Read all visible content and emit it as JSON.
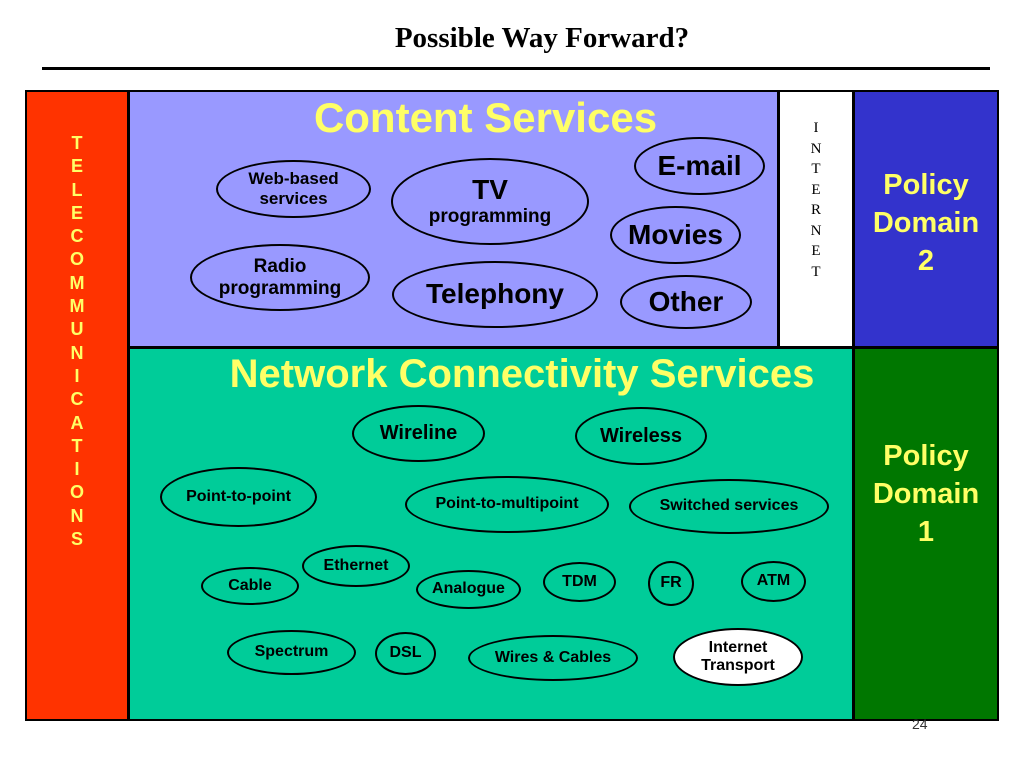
{
  "title": "Possible Way Forward?",
  "telecom": {
    "label": "T\nE\nL\nE\nC\nO\nM\nM\nU\nN\nI\nC\nA\nT\nI\nO\nN\nS"
  },
  "internet": {
    "label": "I\nN\nT\nE\nR\nN\nE\nT"
  },
  "policy2": {
    "label": "Policy\nDomain\n2"
  },
  "policy1": {
    "label": "Policy\nDomain\n1"
  },
  "content": {
    "heading": "Content Services",
    "items": {
      "web": "Web-based\nservices",
      "tv_title": "TV",
      "tv_sub": "programming",
      "email": "E-mail",
      "movies": "Movies",
      "radio": "Radio\nprogramming",
      "telephony": "Telephony",
      "other": "Other"
    }
  },
  "network": {
    "heading": "Network Connectivity Services",
    "items": {
      "wireline": "Wireline",
      "wireless": "Wireless",
      "p2p": "Point-to-point",
      "p2mp": "Point-to-multipoint",
      "switched": "Switched services",
      "ethernet": "Ethernet",
      "cable": "Cable",
      "analogue": "Analogue",
      "tdm": "TDM",
      "fr": "FR",
      "atm": "ATM",
      "spectrum": "Spectrum",
      "dsl": "DSL",
      "wires": "Wires & Cables",
      "internet_transport": "Internet\nTransport"
    }
  },
  "colors": {
    "telecom": "#ff3300",
    "content": "#9999ff",
    "policy2": "#3333cc",
    "network": "#00cc99",
    "policy1": "#007700",
    "heading": "#ffff66"
  },
  "page_number": "24"
}
